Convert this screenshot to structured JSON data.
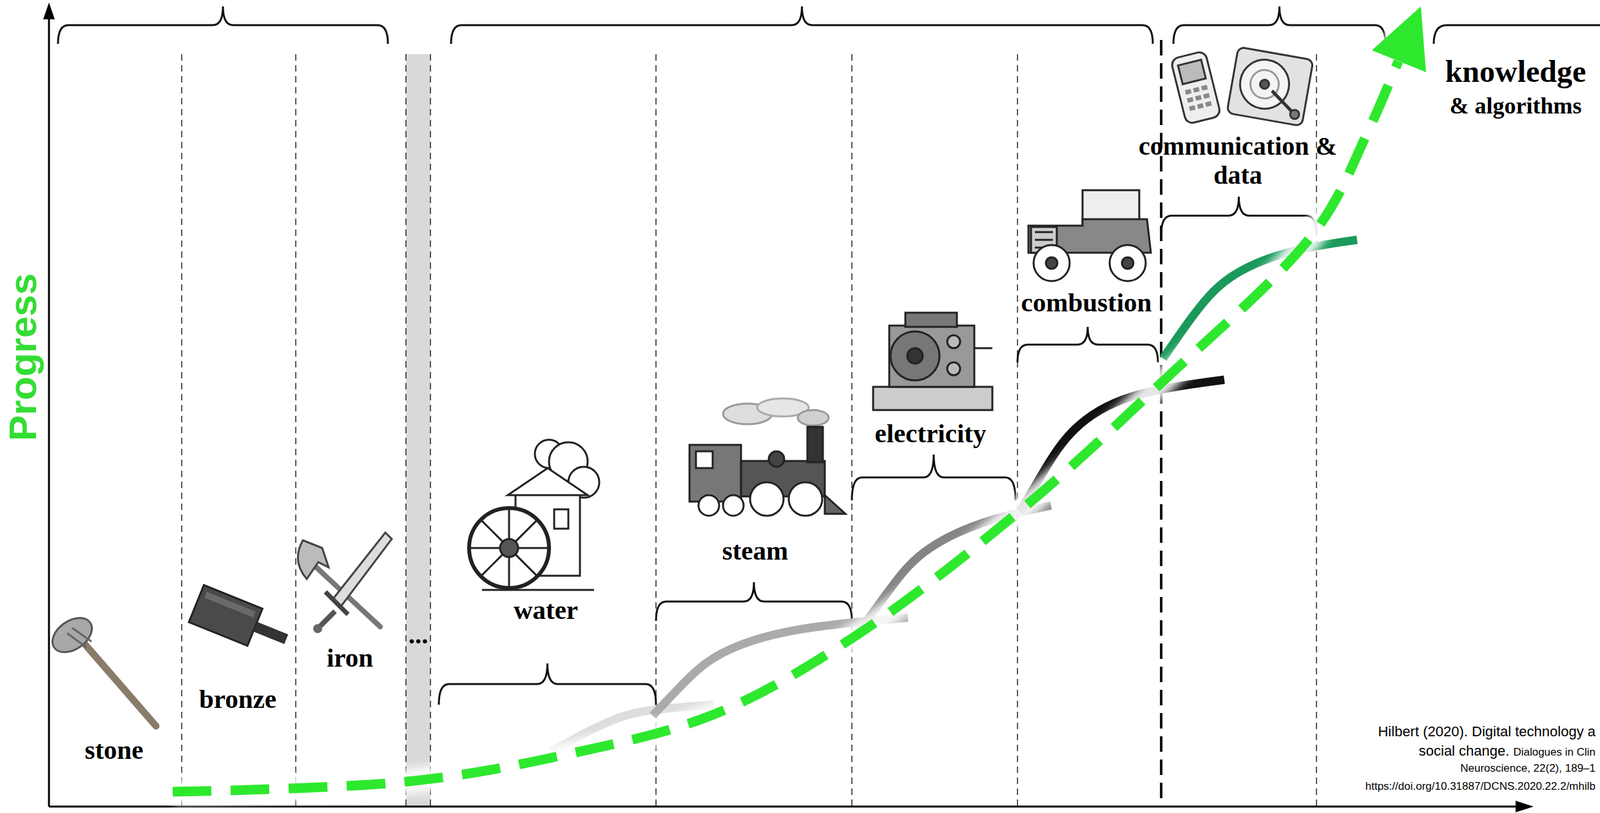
{
  "diagram": {
    "labels": [
      "Progress",
      "stone",
      "bronze",
      "iron",
      "...",
      "water",
      "steam",
      "electricity",
      "combustion",
      "communication & data",
      "knowledge",
      "& algorithms",
      "Hilbert (2020). Digital technology a",
      "social change.",
      "Dialogues in Clin",
      "Neuroscience, 22(2), 189–1",
      "https://doi.org/10.31887/DCNS.2020.22.2/mhilb"
    ]
  }
}
